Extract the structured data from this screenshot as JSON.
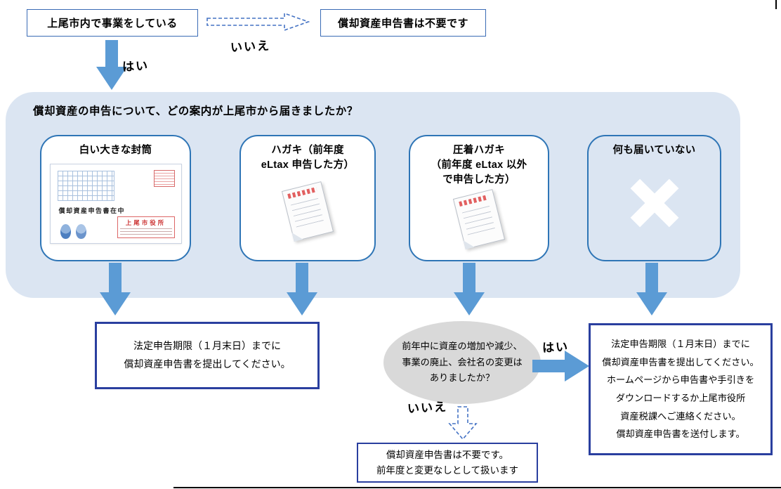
{
  "top_flow": {
    "start_box": "上尾市内で事業をしている",
    "no_label": "いいえ",
    "no_result_box": "償却資産申告書は不要です",
    "yes_label": "はい"
  },
  "panel": {
    "question": "償却資産の申告について、どの案内が上尾市から届きましたか？",
    "options": [
      {
        "label": "白い大きな封筒",
        "icon": "envelope-image"
      },
      {
        "label": "ハガキ（前年度\neLtax 申告した方）",
        "icon": "postcard-image"
      },
      {
        "label": "圧着ハガキ\n（前年度 eLtax 以外\nで申告した方）",
        "icon": "postcard-image"
      },
      {
        "label": "何も届いていない",
        "icon": "x-mark-icon"
      }
    ],
    "envelope": {
      "content_label": "償却資産申告書在中",
      "office_label": "上尾市役所"
    }
  },
  "outcomes": {
    "submit_box": "法定申告期限（１月末日）までに\n償却資産申告書を提出してください。",
    "decision_question": "前年中に資産の増加や減少、\n事業の廃止、会社名の変更は\nありましたか？",
    "decision_yes_label": "はい",
    "decision_no_label": "いいえ",
    "submit_contact_box": "法定申告期限（１月末日）までに\n償却資産申告書を提出してください。\nホームページから申告書や手引きを\nダウンロードするか上尾市役所\n資産税課へご連絡ください。\n償却資産申告書を送付します。",
    "no_change_box": "償却資産申告書は不要です。\n前年度と変更なしとして扱います"
  },
  "colors": {
    "panel_bg": "#dbe5f2",
    "arrow_blue": "#5b9bd5",
    "dashed_blue": "#4472c4",
    "option_border": "#2e75b6",
    "result_border": "#2a3f9f",
    "ellipse_gray": "#d9d9d9"
  }
}
